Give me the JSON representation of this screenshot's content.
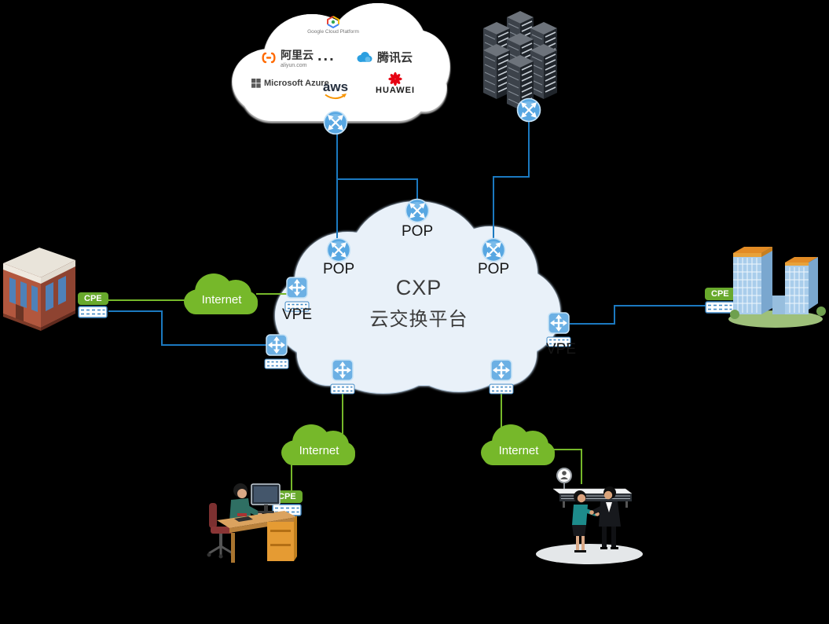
{
  "diagram": {
    "cxp_title_line1": "CXP",
    "cxp_title_line2": "云交换平台"
  },
  "providers": {
    "google": "Google Cloud Platform",
    "alibaba": "阿里云",
    "alibaba_domain": "aliyun.com",
    "tencent": "腾讯云",
    "azure": "Microsoft Azure",
    "aws": "aws",
    "huawei": "HUAWEI",
    "ellipsis": "..."
  },
  "nodes": {
    "pop_top": "POP",
    "pop_left": "POP",
    "pop_right": "POP",
    "vpe_left": "VPE",
    "vpe_right": "VPE"
  },
  "access": {
    "internet_left": "Internet",
    "internet_bottom_left": "Internet",
    "internet_bottom_right": "Internet",
    "cpe_left": "CPE",
    "cpe_right": "CPE",
    "cpe_bottom": "CPE"
  },
  "colors": {
    "link_blue": "#1b79c0",
    "access_green": "#76b82a",
    "node_blue": "#58a7e2",
    "cxp_cloud_fill": "#e9f1f9"
  }
}
